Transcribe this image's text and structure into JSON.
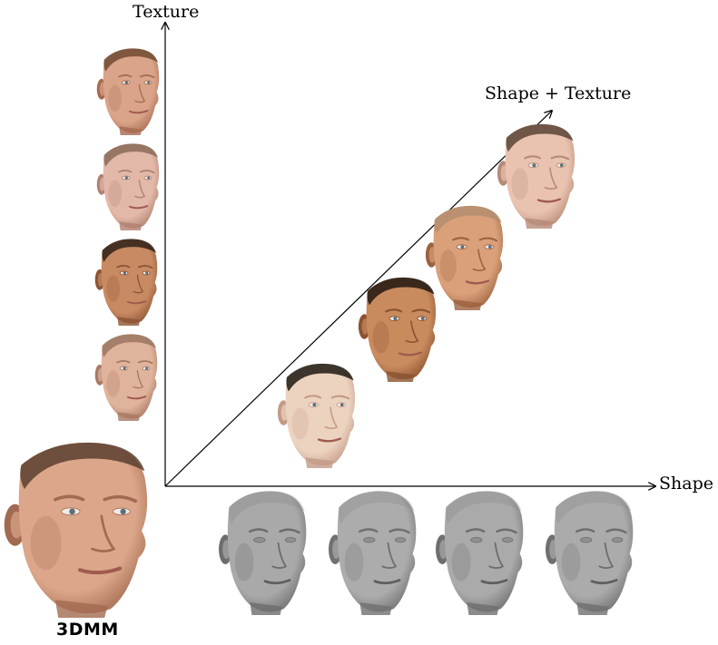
{
  "axes": {
    "texture": "Texture",
    "shape": "Shape",
    "shape_texture": "Shape + Texture"
  },
  "model_label": "3DMM",
  "texture_axis_faces": [
    {
      "skin": "#d9a489",
      "shade": "#a66a4f",
      "hair": "#6e4a33"
    },
    {
      "skin": "#e2b8a8",
      "shade": "#b07f6f",
      "hair": "#8a6a58"
    },
    {
      "skin": "#c88a62",
      "shade": "#8c5434",
      "hair": "#2e2018"
    },
    {
      "skin": "#e0b39c",
      "shade": "#a87862",
      "hair": "#9a7560"
    }
  ],
  "shape_axis_faces": [
    {
      "skin": "#a9a9a9",
      "shade": "#6d6d6d",
      "hair": "#8a8a8a"
    },
    {
      "skin": "#acacac",
      "shade": "#707070",
      "hair": "#8c8c8c"
    },
    {
      "skin": "#aaaaaa",
      "shade": "#6e6e6e",
      "hair": "#8b8b8b"
    },
    {
      "skin": "#ababab",
      "shade": "#6f6f6f",
      "hair": "#8b8b8b"
    }
  ],
  "diagonal_faces": [
    {
      "skin": "#ecd3c0",
      "shade": "#c39a86",
      "hair": "#1f1812"
    },
    {
      "skin": "#c98a5e",
      "shade": "#8a522f",
      "hair": "#20160f"
    },
    {
      "skin": "#d9a07a",
      "shade": "#9c6240",
      "hair": "#b38e6f"
    },
    {
      "skin": "#e9c3b0",
      "shade": "#b58a76",
      "hair": "#5a4334"
    }
  ],
  "model_face": {
    "skin": "#dba68a",
    "shade": "#a26a50",
    "hair": "#5a3e2e"
  }
}
